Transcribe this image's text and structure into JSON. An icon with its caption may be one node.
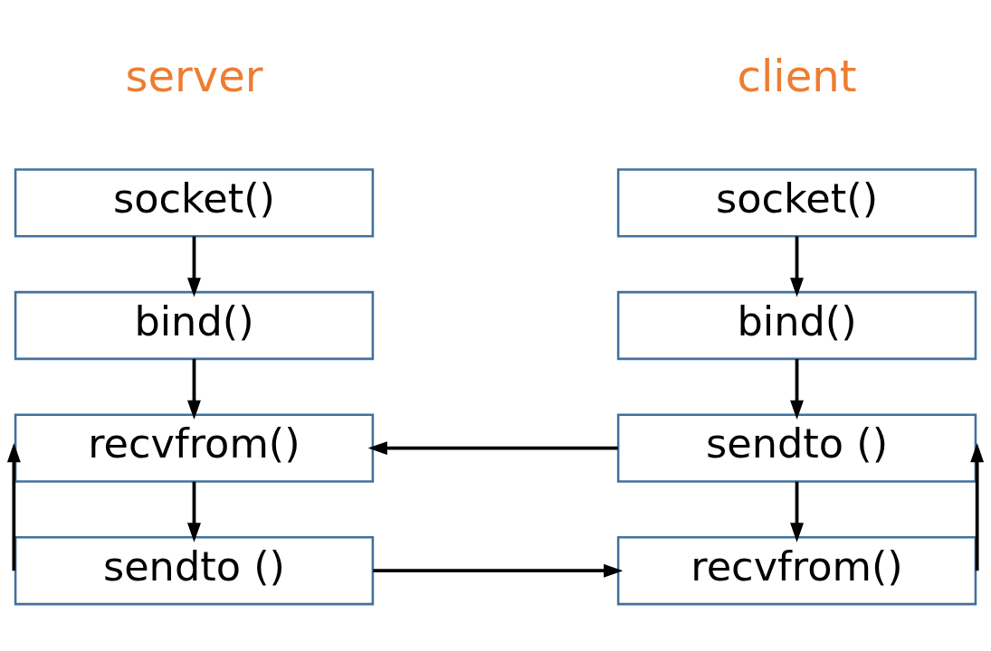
{
  "diagram": {
    "nodes": [
      {
        "text": [
          "socket()"
        ]
      },
      {
        "text": [
          "bind()"
        ]
      },
      {
        "text": [
          "recvfrom()"
        ]
      },
      {
        "text": [
          "sendto ()"
        ]
      },
      {
        "text": [
          "socket()"
        ]
      },
      {
        "text": [
          "bind()"
        ]
      },
      {
        "text": [
          "sendto ()"
        ]
      },
      {
        "text": [
          "recvfrom()"
        ]
      }
    ],
    "edges": [
      {
        "from": 0,
        "to": 1,
        "arrow": "to"
      },
      {
        "from": 1,
        "to": 2,
        "arrow": "to"
      },
      {
        "from": 2,
        "to": 3,
        "arrow": "to"
      },
      {
        "from": 3,
        "to": 2,
        "arrow": "to"
      },
      {
        "from": 4,
        "to": 5,
        "arrow": "to"
      },
      {
        "from": 5,
        "to": 6,
        "arrow": "to"
      },
      {
        "from": 6,
        "to": 2,
        "arrow": "to"
      },
      {
        "from": 6,
        "to": 7,
        "arrow": "to"
      },
      {
        "from": 3,
        "to": 7,
        "arrow": "to"
      },
      {
        "from": 7,
        "to": 6,
        "arrow": "to"
      }
    ],
    "labels": [
      "server",
      "client"
    ]
  }
}
